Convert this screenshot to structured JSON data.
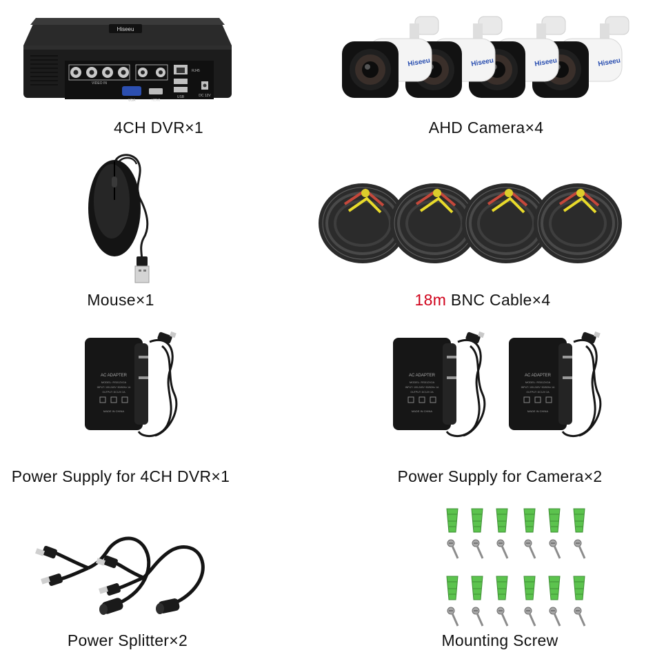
{
  "colors": {
    "highlight": "#d0021b",
    "text": "#111111",
    "device_black": "#1c1c1c",
    "camera_white": "#f2f2f2",
    "anchor_green": "#5cc34e"
  },
  "items": {
    "dvr": {
      "label": "4CH DVR×1",
      "icon": "dvr-recorder"
    },
    "camera": {
      "label": "AHD Camera×4",
      "icon": "bullet-camera",
      "count": 4
    },
    "mouse": {
      "label": "Mouse×1",
      "icon": "usb-mouse"
    },
    "cable": {
      "label_highlight": "18m",
      "label": " BNC Cable×4",
      "icon": "bnc-cable-coil",
      "count": 4
    },
    "psu_dvr": {
      "label": "Power Supply for 4CH DVR×1",
      "icon": "ac-adapter"
    },
    "psu_cam": {
      "label": "Power Supply for Camera×2",
      "icon": "ac-adapter",
      "count": 2
    },
    "splitter": {
      "label": "Power Splitter×2",
      "icon": "power-splitter-cable"
    },
    "screw": {
      "label": "Mounting Screw",
      "icon": "screws-and-anchors"
    }
  },
  "dvr_text": {
    "brand": "Hiseeu",
    "video_in": "VIDEO IN",
    "vga": "VGA",
    "hdmi": "HDMI",
    "rj45": "RJ45",
    "usb": "USB",
    "dc": "DC 12V"
  },
  "camera_brand": "Hiseeu",
  "adapter_text": {
    "title": "AC ADAPTER",
    "model": "MODEL: RS012V2A",
    "input": "INPUT: 100-240V~50/60Hz 1A",
    "output": "OUTPUT: DC12V 2A",
    "made_in": "MADE IN CHINA"
  }
}
